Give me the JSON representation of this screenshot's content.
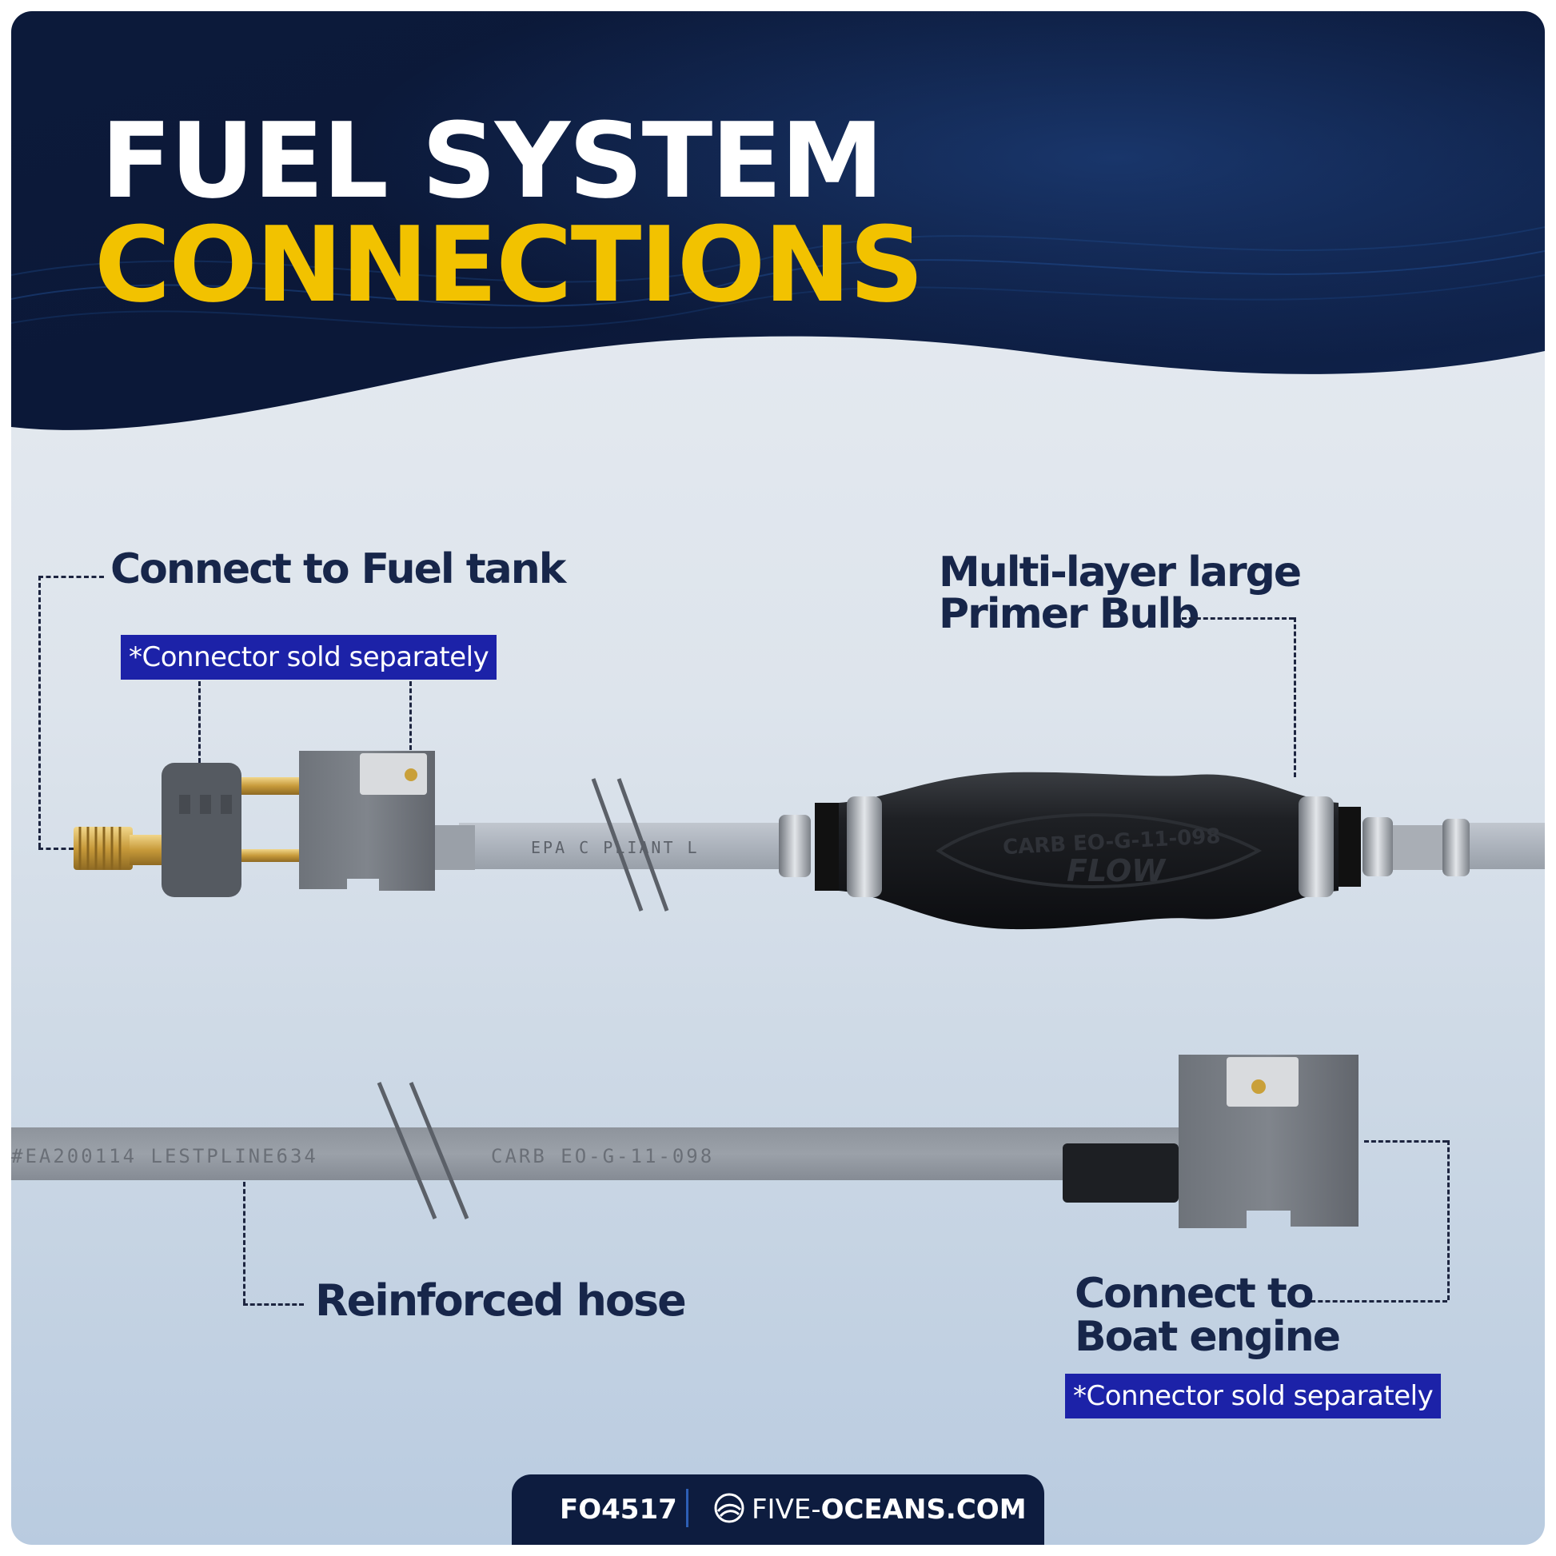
{
  "header": {
    "title_line1": "FUEL SYSTEM",
    "title_line2": "CONNECTIONS"
  },
  "callouts": {
    "fuel_tank": {
      "label": "Connect to Fuel tank",
      "note": "*Connector sold separately"
    },
    "primer_bulb": {
      "line1": "Multi-layer large",
      "line2": "Primer Bulb"
    },
    "hose": {
      "label": "Reinforced hose"
    },
    "engine": {
      "line1": "Connect to",
      "line2": "Boat engine",
      "note": "*Connector sold separately"
    }
  },
  "product_print": {
    "bulb_line1": "CARB EO-G-11-098",
    "bulb_line2": "FLOW",
    "upper_hose": "EPA   C  PLIANT   L",
    "lower_hose_left": "#EA200114  LESTPLINE634",
    "lower_hose_right": "CARB  EO-G-11-098"
  },
  "footer": {
    "code": "FO4517",
    "site_prefix": "FIVE-",
    "site_brand": "OCEANS.COM"
  },
  "colors": {
    "navy": "#0d1c3f",
    "accent_yellow": "#f2c200",
    "tag_blue": "#1c22a8",
    "label_navy": "#17264a"
  }
}
